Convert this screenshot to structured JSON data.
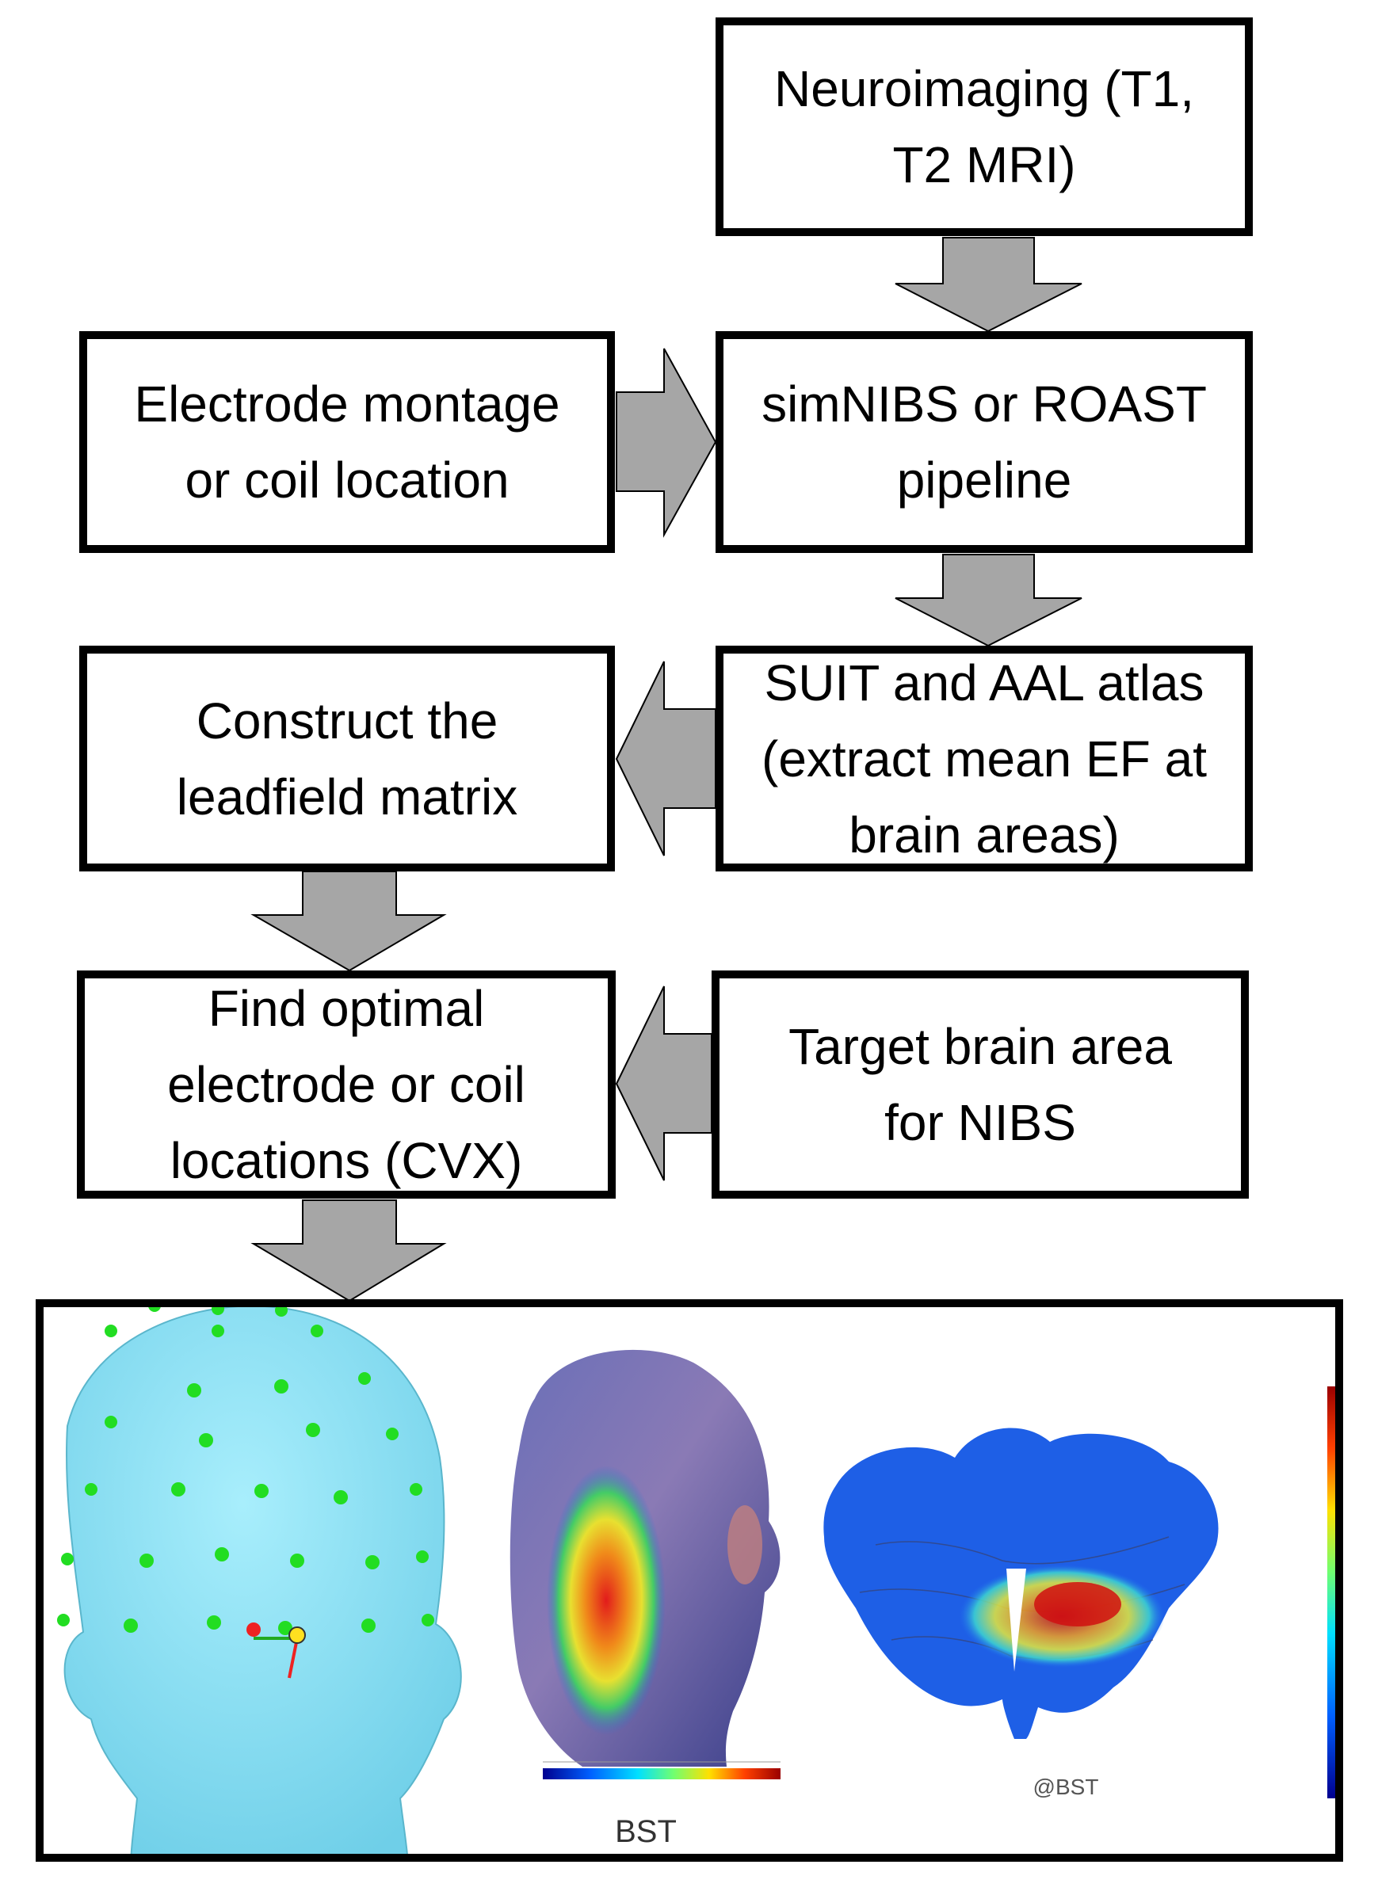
{
  "boxes": {
    "neuroimaging": "Neuroimaging (T1,\nT2 MRI)",
    "electrode_montage": "Electrode montage\nor coil location",
    "pipeline": "simNIBS or ROAST\npipeline",
    "atlas": "SUIT and AAL atlas\n(extract mean EF at\nbrain areas)",
    "leadfield": "Construct the\nleadfield matrix",
    "target": "Target brain area\nfor NIBS",
    "optimal": "Find optimal\nelectrode or coil\nlocations (CVX)"
  },
  "images": {
    "head_label": "BST",
    "flatmap_label": "@BST"
  },
  "colors": {
    "arrow_fill": "#a6a6a6",
    "head_skin": "#8fe3f7",
    "electrode": "#22dd22"
  }
}
